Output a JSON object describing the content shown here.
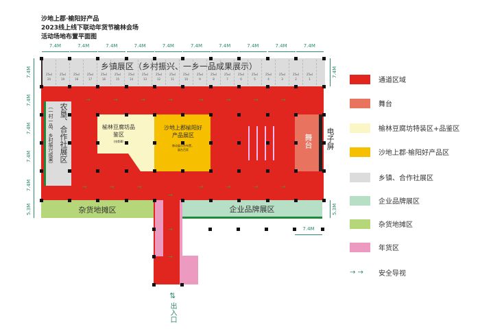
{
  "title": {
    "line1": "沙地上郡·榆阳好产品",
    "line2": "2023线上线下联动年货节榆林会场",
    "line3": "活动场地布置平面图"
  },
  "dimensions": {
    "bay": "7.4M",
    "strip": "5.3M"
  },
  "zones": {
    "town": "乡镇展区（乡村振兴、一乡一品成果展示）",
    "coop_title": "农垦、合作社展区",
    "coop_sub": "（一村一品、乡村振兴成果）",
    "tofu": "榆林豆腐坊品鉴区",
    "tofu_sub": "（排骨罩）",
    "shadi": "沙地上郡榆阳好产品展区",
    "shadi_sub": "移动展示台布置，展台百家",
    "stage": "舞台",
    "screen": "电子屏",
    "sundries": "杂货地摊区",
    "brand": "企业品牌展区",
    "entrance": "出入口",
    "entrance_arrow": "⇅"
  },
  "booths": {
    "area": "25㎡",
    "numbers": [
      "20",
      "19",
      "18",
      "17",
      "16",
      "15",
      "14",
      "13",
      "12",
      "11",
      "10",
      "9",
      "8",
      "7",
      "6",
      "5",
      "4",
      "3",
      "2",
      "1"
    ]
  },
  "legend": [
    {
      "label": "通道区域",
      "color": "#e0261f"
    },
    {
      "label": "舞台",
      "color": "#e8735f"
    },
    {
      "label": "榆林豆腐坊特装区+品鉴区",
      "color": "#fbf6c6"
    },
    {
      "label": "沙地上郡·榆阳好产品区",
      "color": "#f6c000"
    },
    {
      "label": "乡镇、合作社展区",
      "color": "#dcdcdc"
    },
    {
      "label": "企业品牌展区",
      "color": "#b6dfc5"
    },
    {
      "label": "杂货地摊区",
      "color": "#b5d77a"
    },
    {
      "label": "年货区",
      "color": "#ec9ac0"
    },
    {
      "label": "安全导视",
      "icon": "→ →"
    }
  ]
}
